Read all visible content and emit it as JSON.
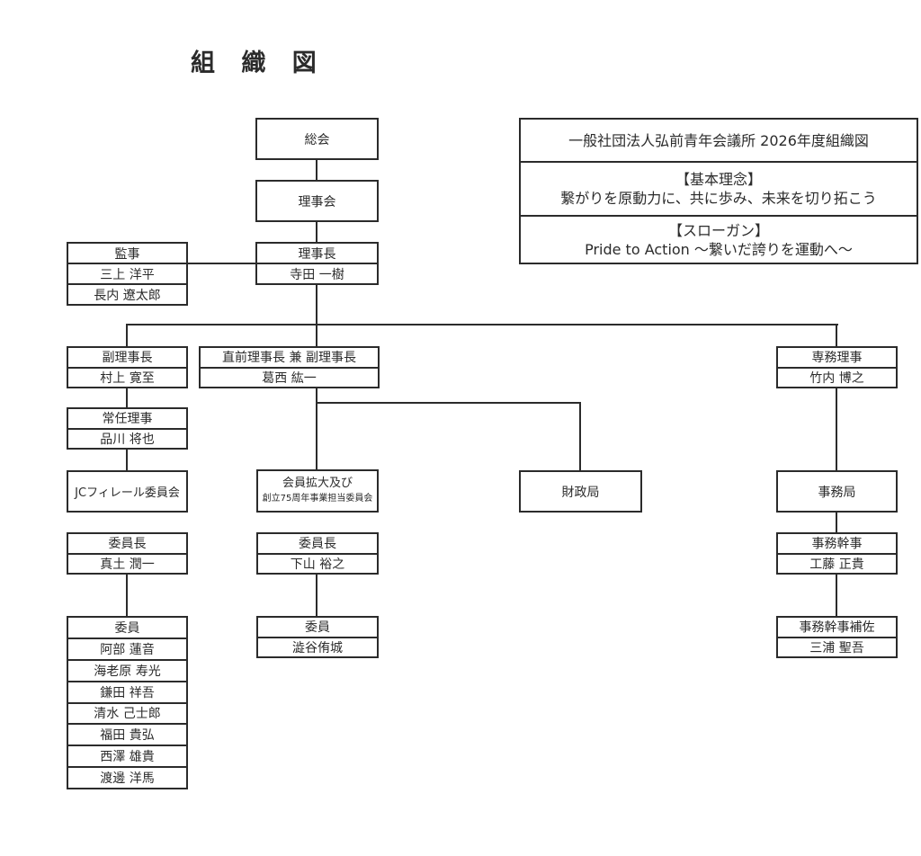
{
  "title": "組 織 図",
  "info_panel": {
    "heading": "一般社団法人弘前青年会議所 2026年度組織図",
    "philosophy_label": "【基本理念】",
    "philosophy_text": "繋がりを原動力に、共に歩み、未来を切り拓こう",
    "slogan_label": "【スローガン】",
    "slogan_text": "Pride to Action ～繋いだ誇りを運動へ～"
  },
  "org": {
    "general_assembly": "総会",
    "board": "理事会",
    "president": {
      "role": "理事長",
      "name": "寺田 一樹"
    },
    "auditors": {
      "role": "監事",
      "names": [
        "三上 洋平",
        "長内 遼太郎"
      ]
    },
    "vice_president": {
      "role": "副理事長",
      "name": "村上 寛至"
    },
    "immediate_past_president": {
      "role": "直前理事長 兼 副理事長",
      "name": "葛西 紘一"
    },
    "managing_director": {
      "role": "専務理事",
      "name": "竹内 博之"
    },
    "executive_director": {
      "role": "常任理事",
      "name": "品川 将也"
    },
    "jc_committee": {
      "name": "JCフィレール委員会",
      "chair": {
        "role": "委員長",
        "name": "真土 潤一"
      },
      "members": {
        "role": "委員",
        "names": [
          "阿部 蓮音",
          "海老原 寿光",
          "鎌田 祥吾",
          "清水 己士郎",
          "福田 貴弘",
          "西澤 雄貴",
          "渡邊 洋馬"
        ]
      }
    },
    "membership_committee": {
      "name_line1": "会員拡大及び",
      "name_line2": "創立75周年事業担当委員会",
      "chair": {
        "role": "委員長",
        "name": "下山 裕之"
      },
      "members": {
        "role": "委員",
        "names": [
          "澁谷侑城"
        ]
      }
    },
    "finance_bureau": "財政局",
    "secretariat": "事務局",
    "secretary_general": {
      "role": "事務幹事",
      "name": "工藤 正貴"
    },
    "assistant_secretary": {
      "role": "事務幹事補佐",
      "name": "三浦 聖吾"
    }
  }
}
